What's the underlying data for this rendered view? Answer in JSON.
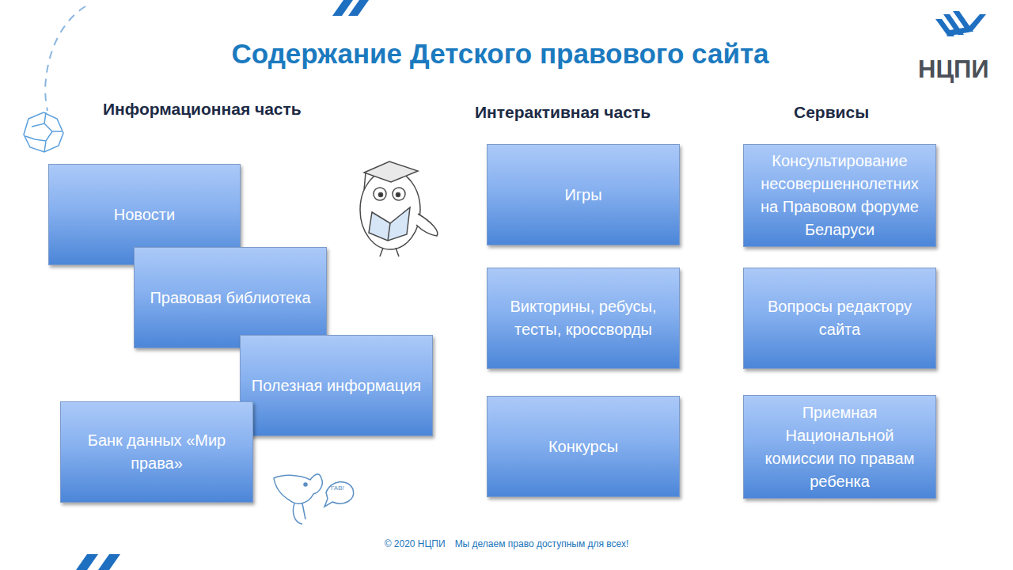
{
  "diagram": {
    "title": "Содержание Детского правового сайта",
    "nodes": [
      {
        "text": [
          "Новости"
        ]
      },
      {
        "text": [
          "Правовая библиотека"
        ]
      },
      {
        "text": [
          "Полезная информация"
        ]
      },
      {
        "text": [
          "Банк данных «Мир права»"
        ]
      },
      {
        "text": [
          "Игры"
        ]
      },
      {
        "text": [
          "Викторины, ребусы, тесты, кроссворды"
        ]
      },
      {
        "text": [
          "Конкурсы"
        ]
      },
      {
        "text": [
          "Консультирование несовершеннолетних на Правовом форуме Беларуси"
        ]
      },
      {
        "text": [
          "Вопросы редактору сайта"
        ]
      },
      {
        "text": [
          "Приемная Национальной комиссии по правам ребенка"
        ]
      }
    ],
    "labels": [
      "Информационная часть",
      "Интерактивная часть",
      "Сервисы",
      "ГАВ!",
      "© 2020 НЦПИ",
      "Мы делаем право доступным для всех!",
      "НЦПИ"
    ]
  }
}
